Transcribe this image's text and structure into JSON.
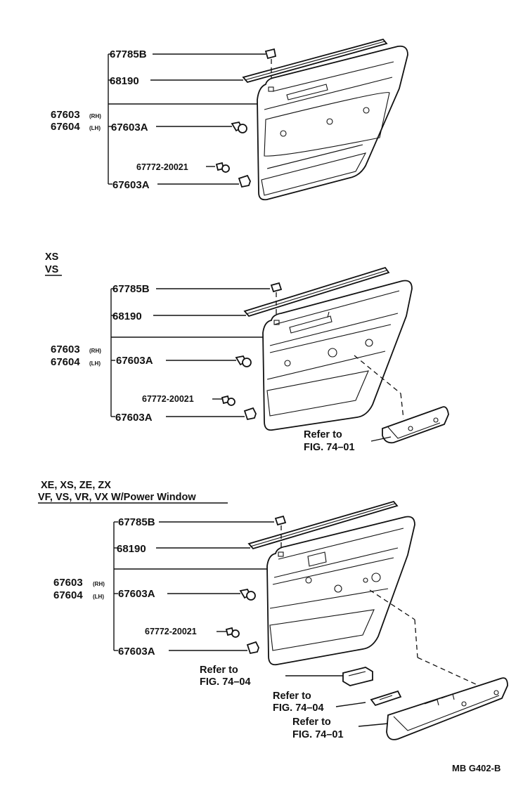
{
  "diagram_code": "MB G402-B",
  "sections": [
    {
      "id": "top",
      "headings": [],
      "parts": {
        "clip": "67785B",
        "weatherstrip": "68190",
        "panel_rh": "67603",
        "panel_rh_side": "(RH)",
        "panel_lh": "67604",
        "panel_lh_side": "(LH)",
        "screw": "67603A",
        "clip_code": "67772-20021",
        "lower_clip": "67603A"
      },
      "refs": []
    },
    {
      "id": "middle",
      "headings": [
        "XS",
        "VS"
      ],
      "parts": {
        "clip": "67785B",
        "weatherstrip": "68190",
        "panel_rh": "67603",
        "panel_rh_side": "(RH)",
        "panel_lh": "67604",
        "panel_lh_side": "(LH)",
        "screw": "67603A",
        "clip_code": "67772-20021",
        "lower_clip": "67603A"
      },
      "refs": [
        {
          "line1": "Refer to",
          "line2": "FIG. 74–01"
        }
      ]
    },
    {
      "id": "bottom",
      "headings": [
        "XE, XS, ZE, ZX",
        "VF, VS, VR, VX W/Power Window"
      ],
      "parts": {
        "clip": "67785B",
        "weatherstrip": "68190",
        "panel_rh": "67603",
        "panel_rh_side": "(RH)",
        "panel_lh": "67604",
        "panel_lh_side": "(LH)",
        "screw": "67603A",
        "clip_code": "67772-20021",
        "lower_clip": "67603A"
      },
      "refs": [
        {
          "line1": "Refer to",
          "line2": "FIG. 74–04"
        },
        {
          "line1": "Refer to",
          "line2": "FIG. 74–04"
        },
        {
          "line1": "Refer to",
          "line2": "FIG. 74–01"
        }
      ]
    }
  ]
}
